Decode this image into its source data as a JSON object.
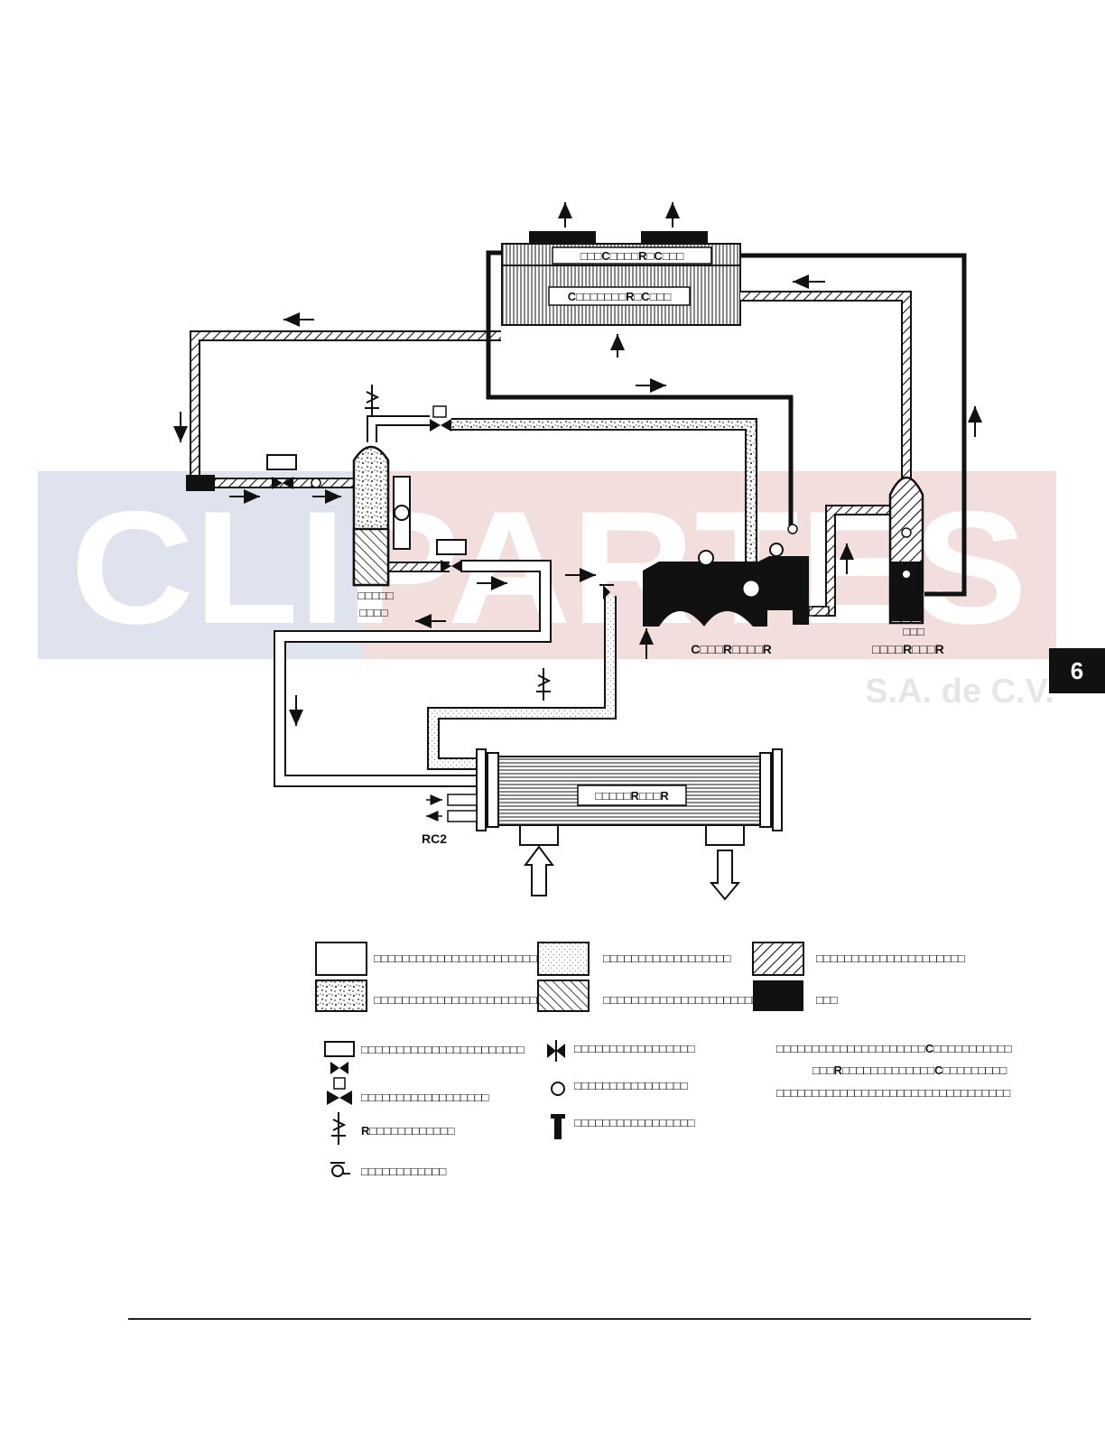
{
  "watermark": {
    "brand": "CLIPARTES",
    "tagline": "S.A. de C.V.",
    "colors": {
      "left_block": "#dfe3ee",
      "right_block": "#f3dede",
      "text": "#ffffff"
    }
  },
  "page_tab": "6",
  "labels": {
    "condenser_top": "□□□C□□□□R□C□□□",
    "condenser_main": "C□□□□□□□R□C□□□",
    "receiver_line1": "□□□□□",
    "receiver_line2": "□□□□",
    "compressor": "C□□□R□□□□R",
    "oil_separator_line1": "□□□",
    "oil_separator_line2": "□□□□R□□□R",
    "evaporator": "□□□□□R□□□R",
    "rc2": "RC2"
  },
  "legend_fill": [
    {
      "label": "□□□□□□□□□□□□□□□□□□□□□□□",
      "pattern": "white"
    },
    {
      "label": "□□□□□□□□□□□□□□□□□□",
      "pattern": "fine-dots"
    },
    {
      "label": "□□□□□□□□□□□□□□□□□□□□□",
      "pattern": "hatch-light"
    },
    {
      "label": "□□□□□□□□□□□□□□□□□□□□□□□□",
      "pattern": "coarse-dots"
    },
    {
      "label": "□□□□□□□□□□□□□□□□□□□□□□□",
      "pattern": "hatch-dense"
    },
    {
      "label": "□□□",
      "pattern": "black"
    }
  ],
  "legend_symbols": [
    {
      "label": "□□□□□□□□□□□□□□□□□□□□□□□",
      "icon": "solenoid-valve-icon"
    },
    {
      "label": "□□□□□□□□□□□□□□□□□□",
      "icon": "check-valve-icon"
    },
    {
      "label": "□□□□□□□□□□□□□□□□□",
      "icon": "pressure-valve-icon"
    },
    {
      "label": "□□□□□□□□□□□□□□□□",
      "icon": "sight-glass-icon"
    },
    {
      "label": "R□□□□□□□□□□□□",
      "icon": "relief-valve-icon"
    },
    {
      "label": "□□□□□□□□□□□□□□□□□",
      "icon": "service-valve-icon"
    },
    {
      "label": "□□□□□□□□□□□□",
      "icon": "sensor-icon"
    }
  ],
  "legend_note": [
    "□□□□□□□□□□□□□□□□□□□□□C□□□□□□□□□□□",
    "□□□R□□□□□□□□□□□□□C□□□□□□□□□",
    "□□□□□□□□□□□□□□□□□□□□□□□□□□□□□□□□□"
  ],
  "colors": {
    "line": "#111111",
    "background": "#ffffff"
  }
}
